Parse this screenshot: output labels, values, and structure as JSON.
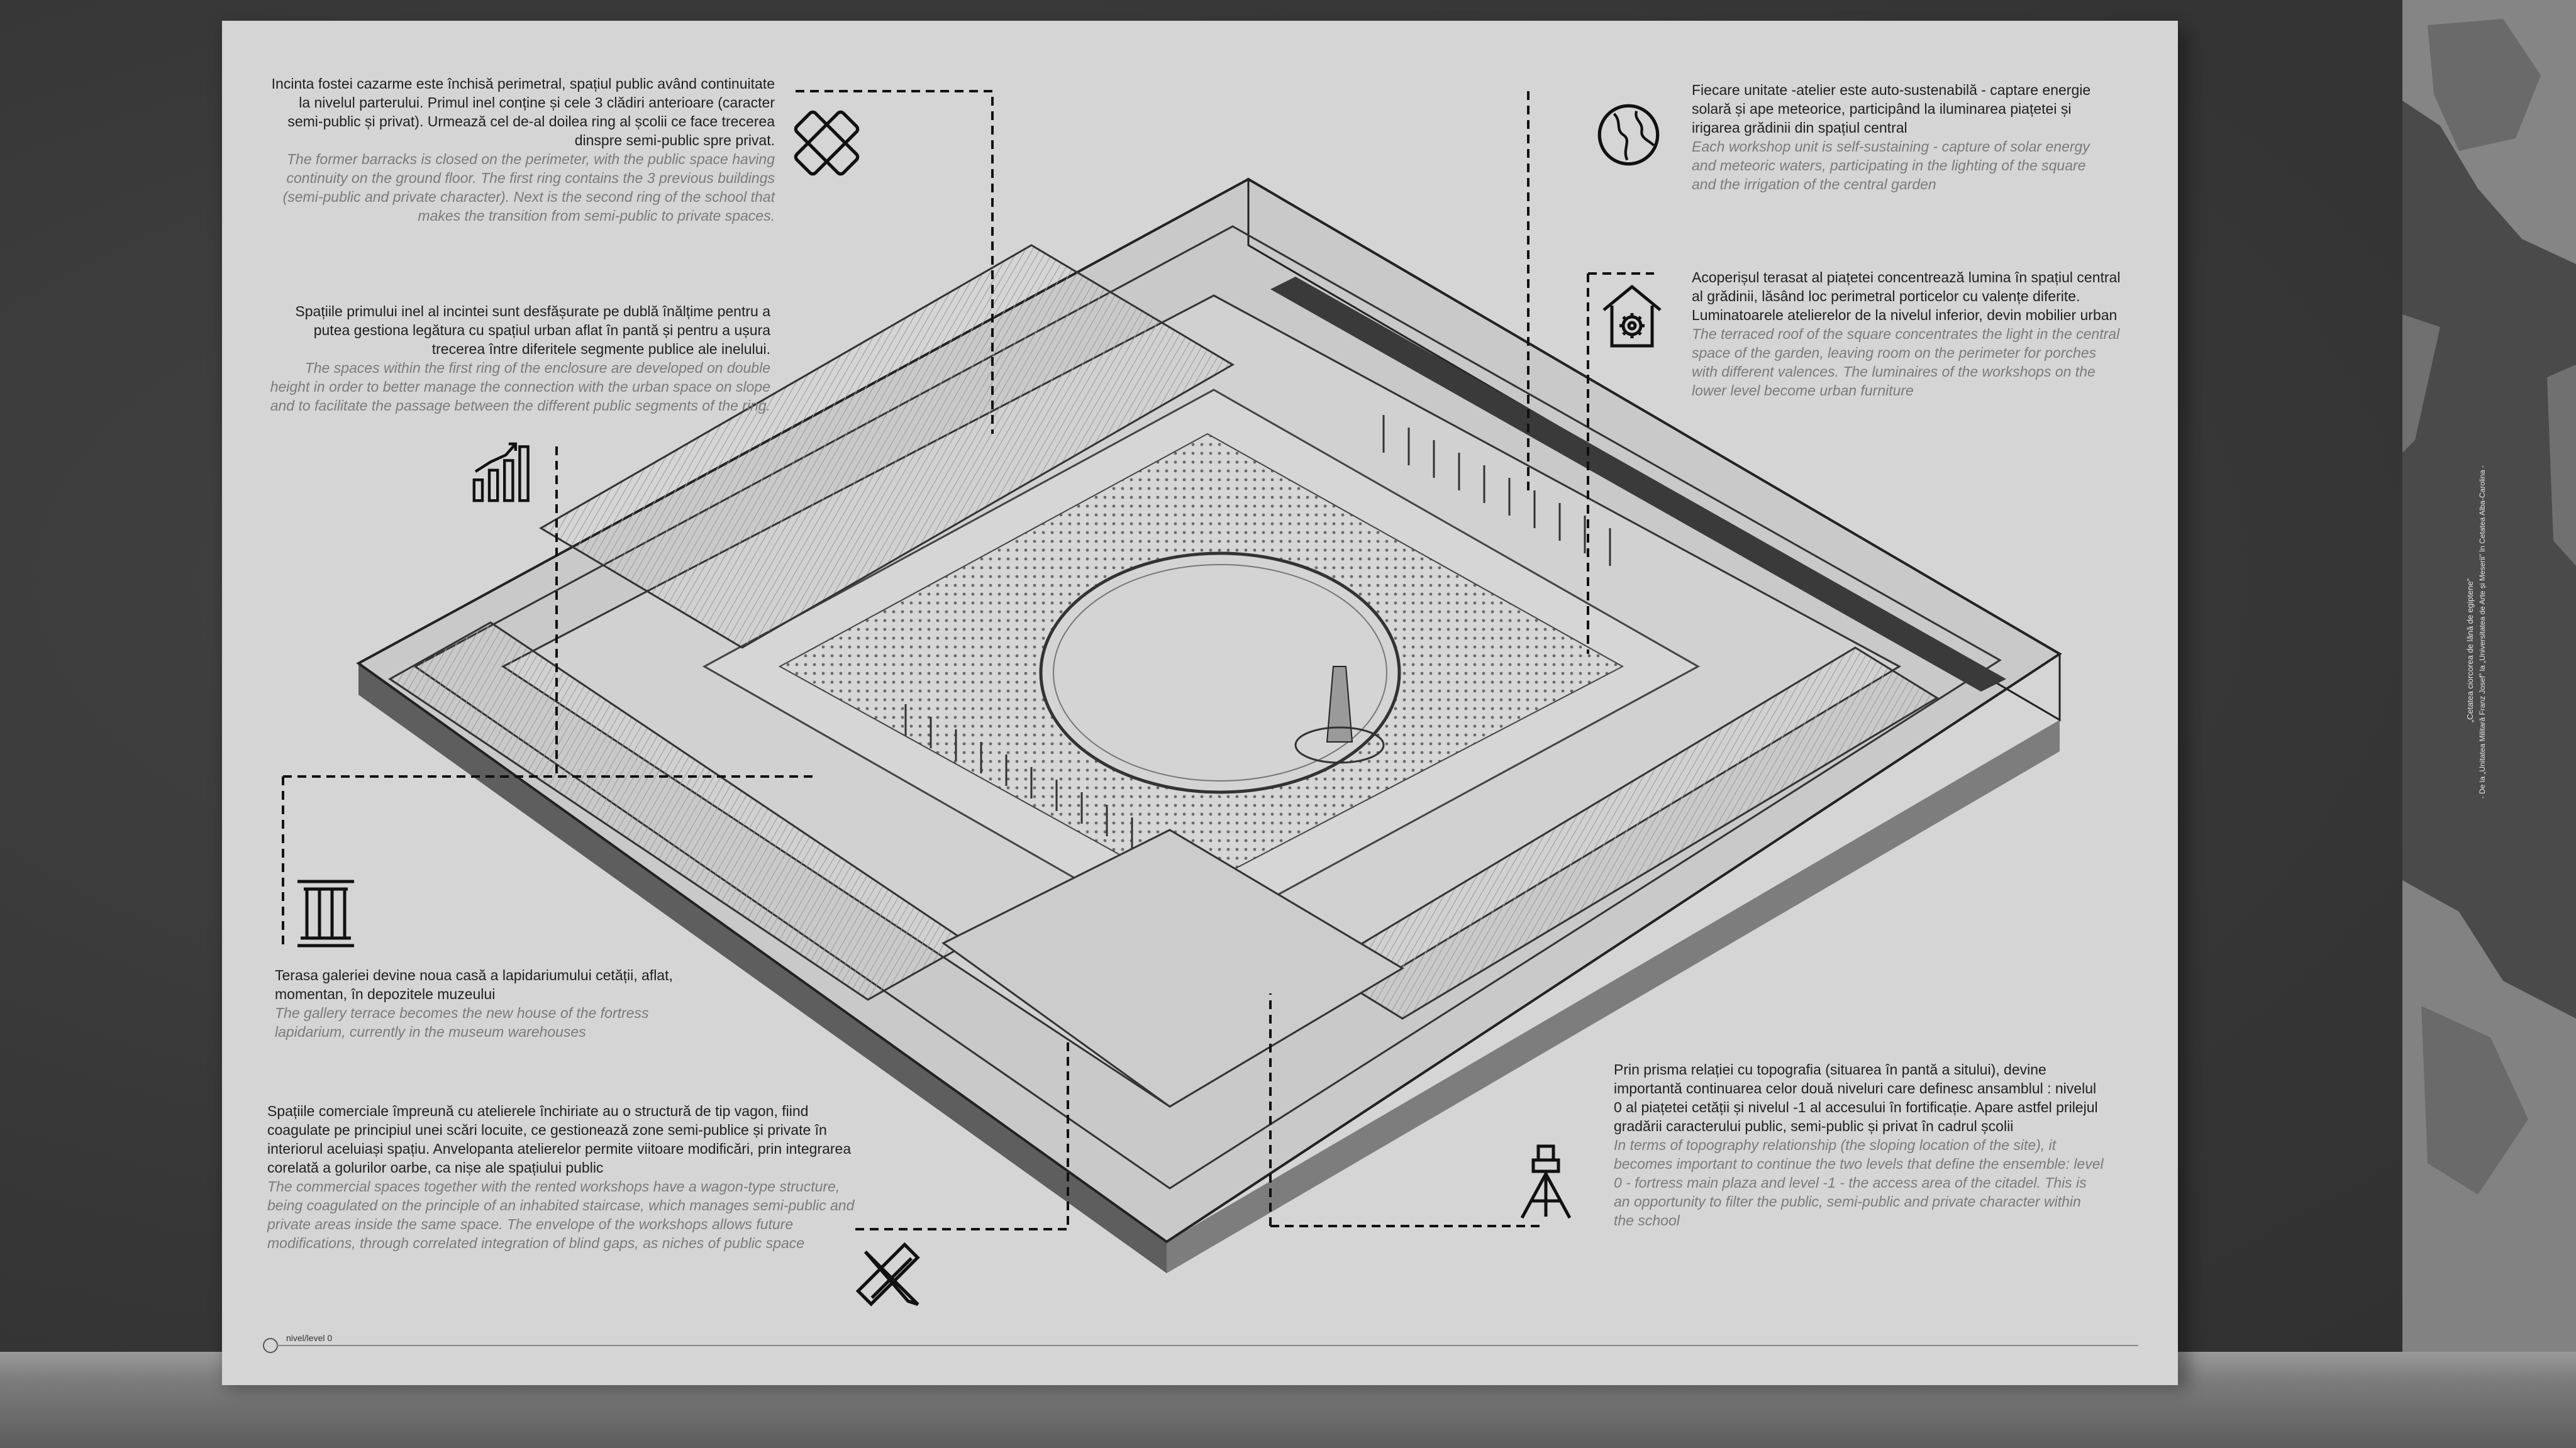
{
  "texts": {
    "t1": {
      "ro": "Incinta fostei cazarme este închisă perimetral, spațiul public având continuitate la nivelul parterului. Primul inel conține și cele 3 clădiri anterioare (caracter semi-public și privat). Urmează cel de-al doilea ring al școlii ce face trecerea dinspre semi-public spre privat.",
      "en": "The former barracks is closed on the perimeter, with the public space having continuity on the ground floor. The first ring contains the 3 previous buildings (semi-public and private character). Next is the second ring of the school that makes the transition from semi-public to private spaces."
    },
    "t2": {
      "ro": "Spațiile primului inel al incintei sunt desfășurate pe dublă înălțime pentru a putea gestiona legătura cu spațiul urban aflat în pantă și pentru a ușura  trecerea între diferitele segmente publice ale inelului.",
      "en": "The spaces within the first ring of the enclosure are developed on double height in order to  better manage the connection with the urban space on slope and to facilitate the passage between the different public segments of the ring."
    },
    "t3": {
      "ro": "Terasa galeriei devine noua casă a lapidariumului cetății, aflat, momentan, în depozitele muzeului",
      "en": "The gallery terrace becomes the new house of the fortress lapidarium, currently in the museum warehouses"
    },
    "t4": {
      "ro": "Spațiile comerciale împreună cu atelierele închiriate au o structură de tip vagon, fiind coagulate pe principiul unei scări locuite, ce gestionează zone semi-publice și private în interiorul aceluiași spațiu. Anvelopanta atelierelor permite viitoare modificări, prin integrarea corelată a golurilor oarbe, ca nișe ale spațiului public",
      "en": "The commercial spaces together with the rented workshops have a wagon-type structure, being coagulated on the principle of an inhabited staircase, which manages semi-public and private areas inside the same space. The envelope of the workshops allows future modifications, through correlated integration of blind gaps, as niches of public space"
    },
    "t5": {
      "ro": "Fiecare unitate -atelier este auto-sustenabilă - captare energie solară și ape meteorice, participând la iluminarea piațetei și irigarea grădinii din spațiul central",
      "en": "Each workshop unit is self-sustaining - capture of solar energy and meteoric waters, participating in the lighting of the square and the irrigation of the central garden"
    },
    "t6": {
      "ro": "Acoperișul terasat al piațetei concentrează lumina în spațiul central al grădinii, lăsând loc perimetral porticelor cu valențe diferite. Luminatoarele atelierelor de la nivelul inferior, devin mobilier urban",
      "en": "The terraced roof of the square concentrates the light in the central space of the garden, leaving room on the perimeter for porches with different valences. The luminaires of the workshops on the lower level become urban furniture"
    },
    "t7": {
      "ro": "Prin prisma relației cu topografia (situarea în pantă a sitului), devine importantă continuarea celor două niveluri care definesc ansamblul : nivelul 0 al piațetei cetății și nivelul -1 al accesului în fortificație. Apare astfel prilejul gradării caracterului public, semi-public și privat în cadrul școlii",
      "en": "In terms of  topography relationship (the sloping location of the site), it becomes important to continue the two levels that define the ensemble: level 0 - fortress main plaza and level -1 - the access area of the citadel. This is an opportunity to filter the public, semi-public and private character within the school"
    }
  },
  "level_label": "nivel/level 0",
  "poster": {
    "line1": "„Cetatea ciorcorea de lână de egiptene”",
    "line2": "- De la „Unitatea Militară Franz Josef” la „Universitatea de Arte și Meserii” în Cetatea Alba-Carolina -"
  },
  "icons": [
    "bandage-icon",
    "growth-chart-icon",
    "column-icon",
    "ruler-pencil-icon",
    "globe-icon",
    "house-gear-icon",
    "survey-tripod-icon"
  ],
  "colors": {
    "board": "#d4d5d4",
    "wall": "#3c3c3c",
    "ink": "#1f1f1f",
    "english": "#7a7a7a"
  }
}
